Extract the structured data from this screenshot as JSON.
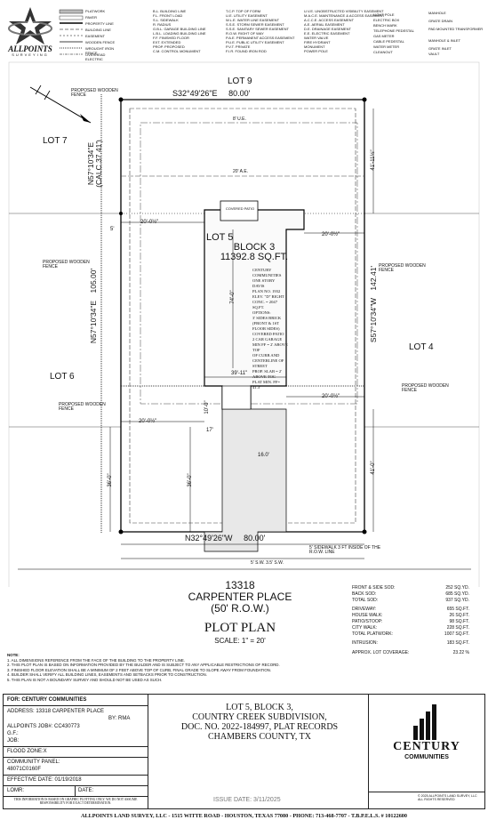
{
  "company": {
    "name": "ALLPOINTS",
    "sub": "SURVEYING",
    "footer": "ALLPOINTS LAND SURVEY, LLC - 1515 WITTE ROAD - HOUSTON, TEXAS 77080 - PHONE: 713-468-7707 - T.B.P.E.L.S. # 10122600"
  },
  "legend": {
    "col1": [
      "PLATWORK",
      "PAVER",
      "PROPERTY LINE",
      "BUILDING LINE",
      "EASEMENT",
      "WOODEN FENCE",
      "WROUGHT IRON FENCE",
      "OVERHEAD ELECTRIC"
    ],
    "col2": [
      "B.L. BUILDING LINE",
      "F.L. FRONT LOAD",
      "S.L. SIDEWALK",
      "R. RADIUS",
      "G.B.L. GARAGE BUILDING LINE",
      "L.B.L. LOADING BUILDING LINE",
      "F.F. FINISHED FLOOR",
      "EXT. EXTENDED",
      "PROP. PROPOSED",
      "C.M. CONTROL MONUMENT"
    ],
    "col3": [
      "T.C.P. TOP OF FORM",
      "U.E. UTILITY EASEMENT",
      "W.L.E. WATER LINE EASEMENT",
      "S.S.E. STORM SEWER EASEMENT",
      "S.S.E. SANITARY SEWER EASEMENT",
      "R.O.W. RIGHT OF WAY",
      "P.A.E. PERMANENT ACCESS EASEMENT",
      "P.U.E. PUBLIC UTILITY EASEMENT",
      "P.V.T. PRIVATE",
      "F.I.R. FOUND IRON ROD"
    ],
    "col4": [
      "U.V.E. UNOBSTRUCTED VISIBILITY EASEMENT",
      "M.A.C.E. MAINTENANCE & ACCESS EASEMENT",
      "A.C.C.E. ACCESS EASEMENT",
      "A.E. AERIAL EASEMENT",
      "D.E. DRAINAGE EASEMENT",
      "E.E. ELECTRIC EASEMENT",
      "WATER VALVE",
      "FIRE HYDRANT",
      "MONUMENT",
      "POWER POLE"
    ],
    "col5": [
      "LIGHT POLE",
      "ELECTRIC BOX",
      "BENCH MARK",
      "TELEPHONE PEDESTAL",
      "GAS METER",
      "CABLE PEDESTAL",
      "WATER METER",
      "CLEANOUT"
    ],
    "col6": [
      "MANHOLE",
      "GRATE DRAIN",
      "PAD MOUNTED TRANSFORMER",
      "MANHOLE & INLET",
      "GRATE INLET",
      "VAULT"
    ]
  },
  "plan": {
    "lot9": "LOT 9",
    "lot7": "LOT 7",
    "lot6": "LOT 6",
    "lot4": "LOT 4",
    "north_bearing": "S32°49'26\"E",
    "north_dist": "80.00'",
    "south_bearing": "N32°49'26\"W",
    "south_dist": "80.00'",
    "west_upper": "N57°10'34\"E",
    "west_upper_calc": "(CALC.37.41')",
    "west_lower": "N57°10'34\"E",
    "west_lower_dist": "105.00'",
    "east_bearing": "S57°10'34\"W",
    "east_dist": "142.41'",
    "ue_8": "8' U.E.",
    "ae_20": "20' A.E.",
    "dim_41_top": "41'-11½\"",
    "dim_41_bot": "41'-0\"",
    "dim_36_left": "36'-0\"",
    "dim_36_mid": "36'-0\"",
    "dim_20_a": "20'-0½\"",
    "dim_20_b": "20'-0½\"",
    "dim_20_c": "20'-0½\"",
    "dim_20_d": "20'-0½\"",
    "dim_39": "39'-11\"",
    "dim_74": "74'-0\"",
    "dim_10": "10'-0\"",
    "dim_16": "16.0'",
    "dim_5": "5'",
    "dim_17": "17'",
    "covered_patio": "COVERED PATIO",
    "lot_label": "LOT 5",
    "block_label": "BLOCK 3",
    "sqft": "11392.8 SQ.FT.",
    "house_notes": [
      "CENTURY COMMUNITIES",
      "ONE STORY",
      "DAVIS",
      "PLAN NO. 1932",
      "ELEV. \"D\" RIGHT",
      "CONC. = 2047 SQ.FT.",
      "OPTIONS:",
      "3' SIDES BRICK",
      "(FRONT & 1ST",
      "FLOOR SIDES)",
      "COVERED PATIO",
      "2 CAR GARAGE",
      "MIN FF = 2' ABOVE TOF",
      "OF CURB AND",
      "CENTERLINE OF",
      "STREET",
      "PROP. SLAB = 2' ABOVE TOC",
      "PLAT MIN. FF= 41.3'"
    ],
    "fence_notes": [
      "PROPOSED WOODEN FENCE",
      "PROPOSED WOODEN FENCE",
      "PROPOSED WOODEN FENCE",
      "PROPOSED WOODEN FENCE",
      "PROPOSED WOODEN FENCE"
    ],
    "sidewalk_note": "5' SIDEWALK 3 FT INSIDE OF THE R.O.W. LINE",
    "sidewalk_note2": "5' S.W. 3.5' S.W."
  },
  "address": {
    "number": "13318",
    "street": "CARPENTER PLACE",
    "row": "(50' R.O.W.)"
  },
  "title": {
    "main": "PLOT PLAN",
    "scale": "SCALE: 1\" = 20'"
  },
  "areas": [
    {
      "label": "FRONT & SIDE SOD:",
      "value": "252 SQ.YD."
    },
    {
      "label": "BACK SOD:",
      "value": "685 SQ.YD."
    },
    {
      "label": "TOTAL SOD:",
      "value": "937 SQ.YD."
    },
    {
      "label": "DRIVEWAY:",
      "value": "655 SQ.FT."
    },
    {
      "label": "HOUSE WALK:",
      "value": "26 SQ.FT."
    },
    {
      "label": "PATIO/STOOP:",
      "value": "98 SQ.FT."
    },
    {
      "label": "CITY WALK:",
      "value": "228 SQ.FT."
    },
    {
      "label": "TOTAL PLATWORK:",
      "value": "1007 SQ.FT."
    },
    {
      "label": "INTRUSION:",
      "value": "183 SQ.FT."
    },
    {
      "label": "APPROX. LOT COVERAGE:",
      "value": "23.22 %"
    }
  ],
  "notes_label": "NOTE:",
  "notes": [
    "1. ALL DIMENSIONS REFERENCE FROM THE FACE OF THE BUILDING TO THE PROPERTY LINE.",
    "2. THIS PLOT PLAN IS BASED ON INFORMATION PROVIDED BY THE BUILDER AND IS SUBJECT TO ANY APPLICABLE RESTRICTIONS OF RECORD.",
    "3. FINISHED FLOOR ELEVATION SHALL BE A MINIMUM OF 2 FEET ABOVE TOP OF CURB, FINAL GRADE TO SLOPE AWAY FROM FOUNDATION.",
    "4. BUILDER SHALL VERIFY ALL BUILDING LINES, EASEMENTS AND SETBACKS PRIOR TO CONSTRUCTION.",
    "5. THIS PLAN IS NOT A BOUNDARY SURVEY AND SHOULD NOT BE USED AS SUCH."
  ],
  "titleblock": {
    "for": "FOR: CENTURY COMMUNITIES",
    "address": "ADDRESS: 13318 CARPENTER PLACE",
    "by": "BY: RMA",
    "job": "ALLPOINTS JOB#: CC430773",
    "gf": "G.F.:",
    "jobline": "JOB:",
    "flood": "FLOOD ZONE:X",
    "panel_label": "COMMUNITY PANEL:",
    "panel": "48071C0160F",
    "effective": "EFFECTIVE DATE: 01/19/2018",
    "lomr": "LOMR:",
    "date": "DATE:",
    "disclaimer": "THIS INFORMATION IS BASED ON GRAPHIC PLOTTING ONLY. WE DO NOT ASSUME RESPONSIBILITY FOR EXACT DETERMINATION.",
    "desc1": "LOT 5, BLOCK 3,",
    "desc2": "COUNTRY CREEK SUBDIVISION,",
    "desc3": "DOC. NO. 2022-184997, PLAT RECORDS",
    "desc4": "CHAMBERS COUNTY, TX",
    "issue": "ISSUE DATE: 3/11/2025",
    "copyright": "© 2025 ALLPOINTS LAND SURVEY, LLC ALL RIGHTS RESERVED",
    "builder": "CENTURY",
    "builder_sub": "COMMUNITIES"
  }
}
